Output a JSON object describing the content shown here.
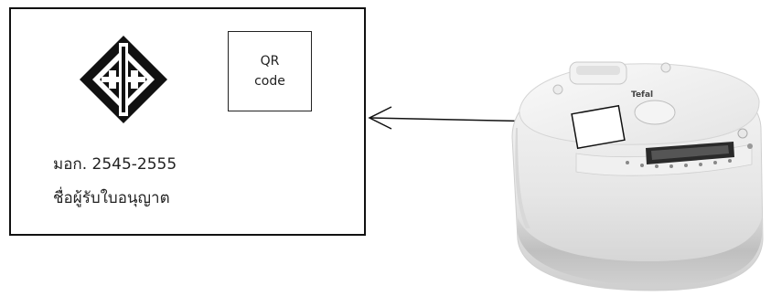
{
  "label": {
    "qr_line1": "QR",
    "qr_line2": "code",
    "standard": "มอก. 2545-2555",
    "licensee": "ชื่อผู้รับใบอนุญาต"
  },
  "product": {
    "brand": "Tefal"
  }
}
